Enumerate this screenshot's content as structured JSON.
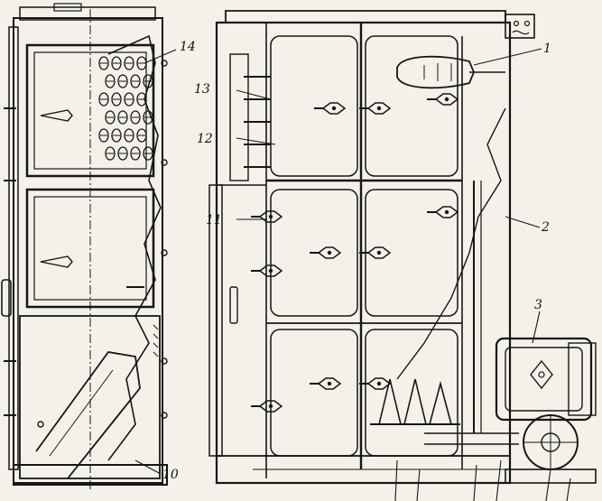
{
  "figure": {
    "callouts": [
      {
        "id": "c1",
        "text": "1"
      },
      {
        "id": "c2",
        "text": "2"
      },
      {
        "id": "c3",
        "text": "3"
      },
      {
        "id": "c10",
        "text": "10"
      },
      {
        "id": "c11",
        "text": "11"
      },
      {
        "id": "c12",
        "text": "12"
      },
      {
        "id": "c13",
        "text": "13"
      },
      {
        "id": "c14",
        "text": "14"
      }
    ]
  }
}
